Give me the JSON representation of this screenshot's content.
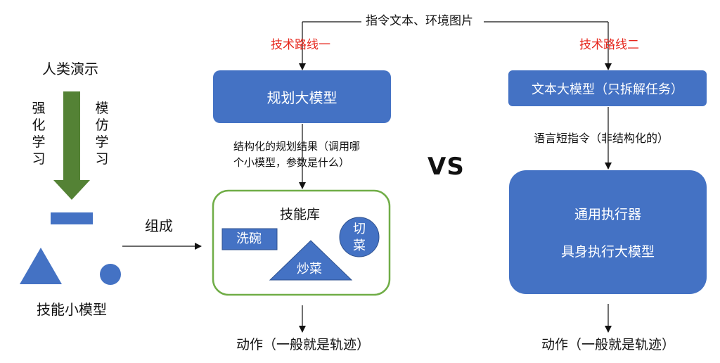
{
  "left": {
    "human_demo": "人类演示",
    "reinforcement_learning": "强化学习",
    "imitation_learning": "模仿学习",
    "skill_small_models": "技能小模型",
    "compose": "组成"
  },
  "top_input": "指令文本、环境图片",
  "route1": {
    "label": "技术路线一",
    "planner": "规划大模型",
    "structured_result_line1": "结构化的规划结果（调用哪",
    "structured_result_line2": "个小模型，参数是什么）",
    "skill_library": {
      "title": "技能库",
      "skills": [
        "洗碗",
        "切菜",
        "炒菜"
      ]
    },
    "action": "动作（一般就是轨迹）"
  },
  "vs": "VS",
  "route2": {
    "label": "技术路线二",
    "text_model": "文本大模型（只拆解任务）",
    "language_cmd": "语言短指令（非结构化的）",
    "executor_line1": "通用执行器",
    "executor_line2": "具身执行大模型",
    "action": "动作（一般就是轨迹）"
  },
  "colors": {
    "blue": "#4472C4",
    "green": "#548235",
    "light_green": "#70AD47",
    "red": "#E6251B"
  }
}
